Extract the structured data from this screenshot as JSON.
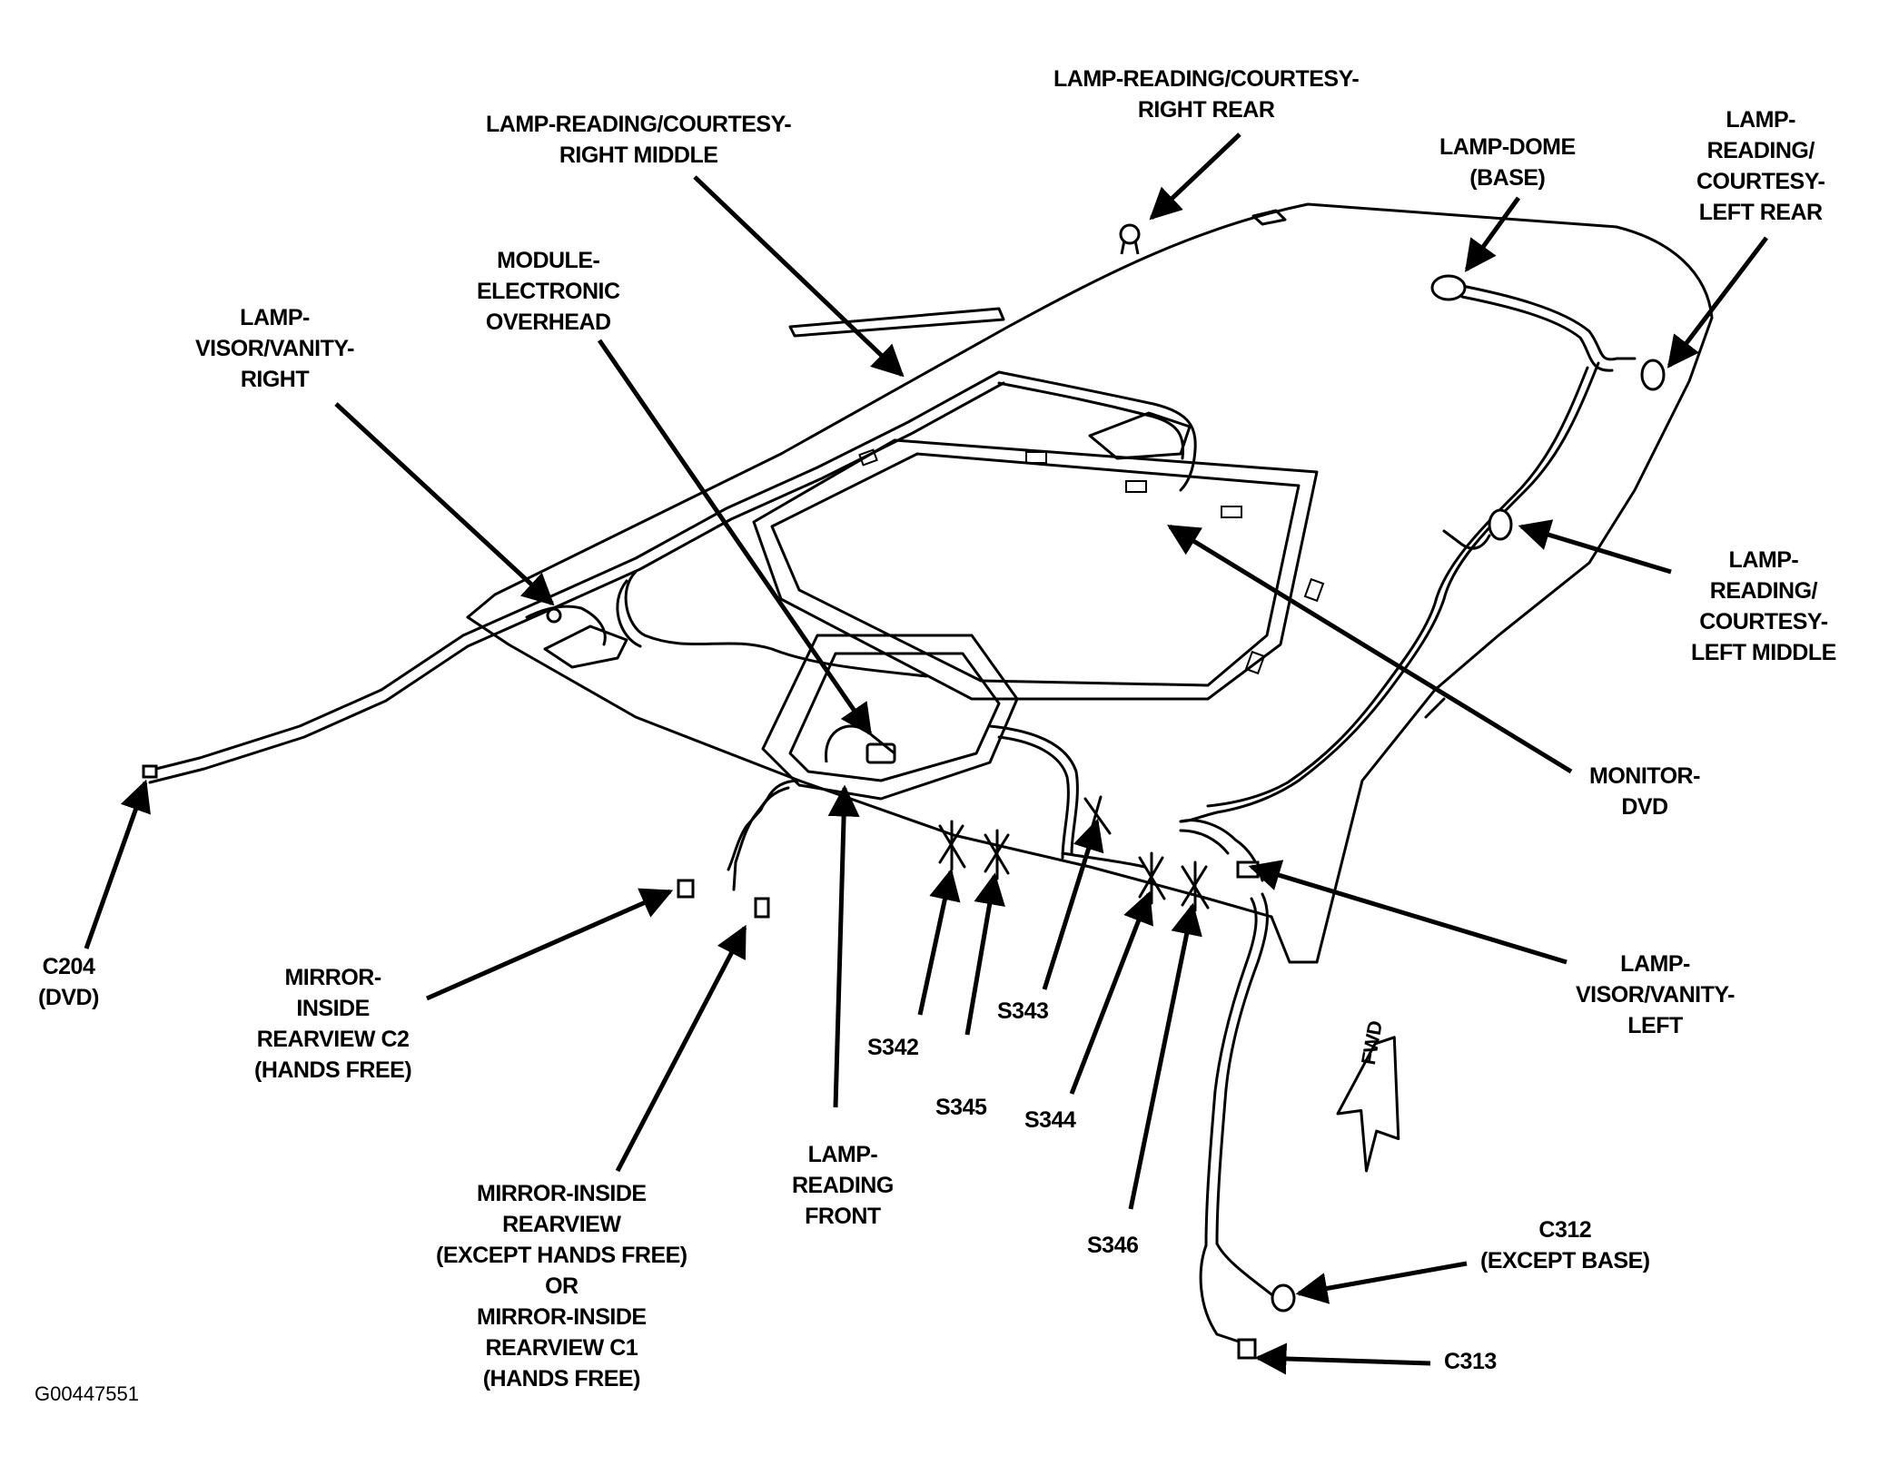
{
  "figure_id": "G00447551",
  "fwd_label": "FWD",
  "labels": {
    "lamp_reading_courtesy_right_rear": [
      "LAMP-READING/COURTESY-",
      "RIGHT REAR"
    ],
    "lamp_reading_courtesy_right_middle": [
      "LAMP-READING/COURTESY-",
      "RIGHT MIDDLE"
    ],
    "lamp_dome_base": [
      "LAMP-DOME",
      "(BASE)"
    ],
    "lamp_reading_courtesy_left_rear": [
      "LAMP-",
      "READING/",
      "COURTESY-",
      "LEFT REAR"
    ],
    "module_electronic_overhead": [
      "MODULE-",
      "ELECTRONIC",
      "OVERHEAD"
    ],
    "lamp_visor_vanity_right": [
      "LAMP-",
      "VISOR/VANITY-",
      "RIGHT"
    ],
    "lamp_reading_courtesy_left_middle": [
      "LAMP-",
      "READING/",
      "COURTESY-",
      "LEFT MIDDLE"
    ],
    "monitor_dvd": [
      "MONITOR-",
      "DVD"
    ],
    "c204_dvd": [
      "C204",
      "(DVD)"
    ],
    "mirror_inside_rearview_c2": [
      "MIRROR-",
      "INSIDE",
      "REARVIEW C2",
      "(HANDS FREE)"
    ],
    "lamp_visor_vanity_left": [
      "LAMP-",
      "VISOR/VANITY-",
      "LEFT"
    ],
    "s342": [
      "S342"
    ],
    "s343": [
      "S343"
    ],
    "s345": [
      "S345"
    ],
    "s344": [
      "S344"
    ],
    "lamp_reading_front": [
      "LAMP-",
      "READING",
      "FRONT"
    ],
    "mirror_inside_rearview_except": [
      "MIRROR-INSIDE",
      "REARVIEW",
      "(EXCEPT HANDS FREE)",
      "OR",
      "MIRROR-INSIDE",
      "REARVIEW C1",
      "(HANDS FREE)"
    ],
    "s346": [
      "S346"
    ],
    "c312_except_base": [
      "C312",
      "(EXCEPT BASE)"
    ],
    "c313": [
      "C313"
    ]
  }
}
